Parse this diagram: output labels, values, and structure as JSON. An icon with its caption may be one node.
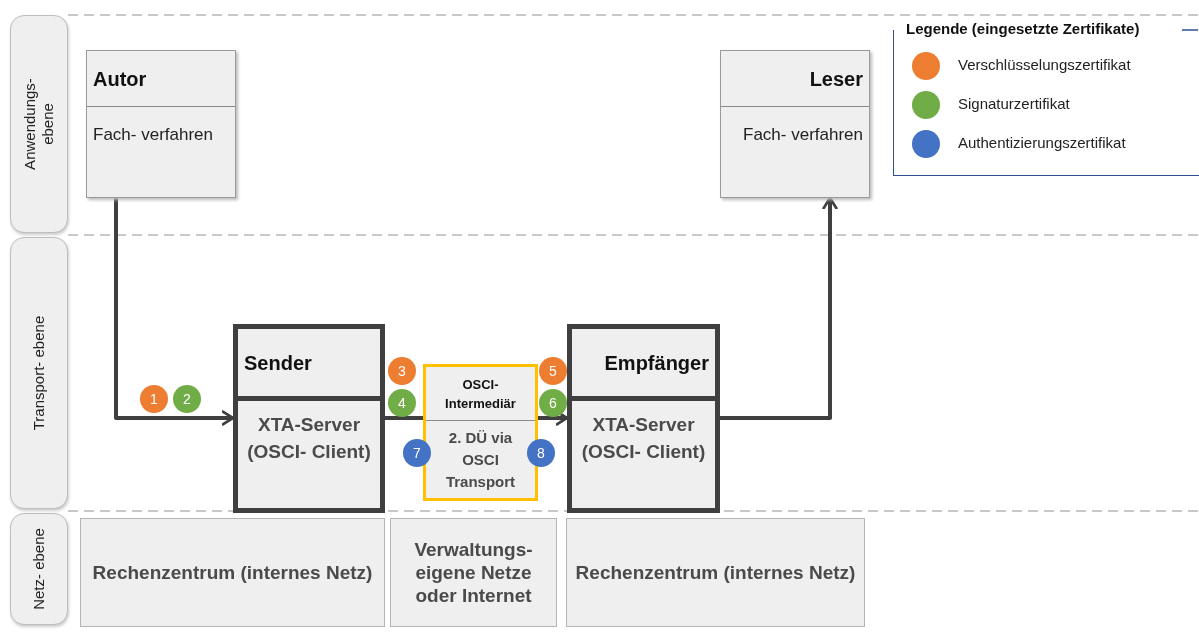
{
  "diagram": {
    "nodes": [
      {
        "text": [
          "Anwendungs- ebene"
        ]
      },
      {
        "text": [
          "Transport- ebene"
        ]
      },
      {
        "text": [
          "Netz- ebene"
        ]
      },
      {
        "text": [
          "Autor",
          "Fach- verfahren"
        ]
      },
      {
        "text": [
          "Leser",
          "Fach- verfahren"
        ]
      },
      {
        "text": [
          "Sender",
          "XTA-Server (OSCI- Client)"
        ]
      },
      {
        "text": [
          "OSCI- Intermediär",
          "2. DÜ via OSCI Transport"
        ]
      },
      {
        "text": [
          "Empfänger",
          "XTA-Server (OSCI- Client)"
        ]
      },
      {
        "text": [
          "Rechenzentrum (internes Netz)"
        ]
      },
      {
        "text": [
          "Verwaltungs- eigene Netze oder Internet"
        ]
      },
      {
        "text": [
          "Rechenzentrum (internes Netz)"
        ]
      },
      {
        "text": [
          "1"
        ]
      },
      {
        "text": [
          "2"
        ]
      },
      {
        "text": [
          "3"
        ]
      },
      {
        "text": [
          "4"
        ]
      },
      {
        "text": [
          "5"
        ]
      },
      {
        "text": [
          "6"
        ]
      },
      {
        "text": [
          "7"
        ]
      },
      {
        "text": [
          "8"
        ]
      }
    ],
    "edges": [
      {
        "from": 3,
        "to": 5,
        "arrow": "to"
      },
      {
        "from": 5,
        "to": 6,
        "arrow": "none"
      },
      {
        "from": 6,
        "to": 7,
        "arrow": "to"
      },
      {
        "from": 7,
        "to": 4,
        "arrow": "to"
      }
    ],
    "labels": [
      "Legende (eingesetzte Zertifikate)"
    ],
    "legend": [
      {
        "text": "Verschlüsselungszertifikat",
        "color": "#ed7d31"
      },
      {
        "text": "Signaturzertifikat",
        "color": "#70ad47"
      },
      {
        "text": "Authentizierungszertifikat",
        "color": "#4472c4"
      }
    ]
  }
}
